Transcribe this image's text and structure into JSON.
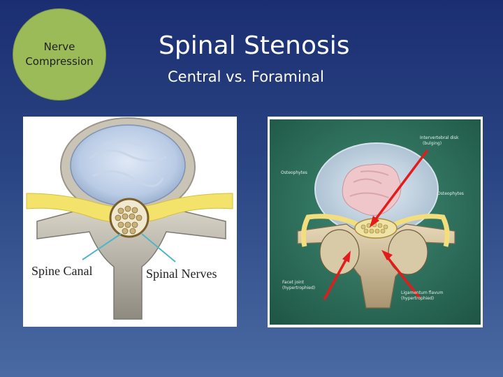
{
  "badge": {
    "line1": "Nerve",
    "line2": "Compression"
  },
  "header": {
    "title": "Spinal Stenosis",
    "subtitle": "Central vs. Foraminal"
  },
  "left_figure": {
    "label_spine_canal": "Spine Canal",
    "label_spinal_nerves": "Spinal Nerves"
  },
  "right_figure": {
    "label_disk_1": "Intervertebral disk",
    "label_disk_2": "(bulging)",
    "label_osteophytes_left": "Osteophytes",
    "label_osteophytes_right": "Osteophytes",
    "label_facet_1": "Facet joint",
    "label_facet_2": "(hypertrophied)",
    "label_lig_1": "Ligamentum flavum",
    "label_lig_2": "(hypertrophied)"
  },
  "colors": {
    "badge_fill": "#9bbb59",
    "arrow_red": "#e31b1b",
    "panel_green": "#2c6b58"
  }
}
